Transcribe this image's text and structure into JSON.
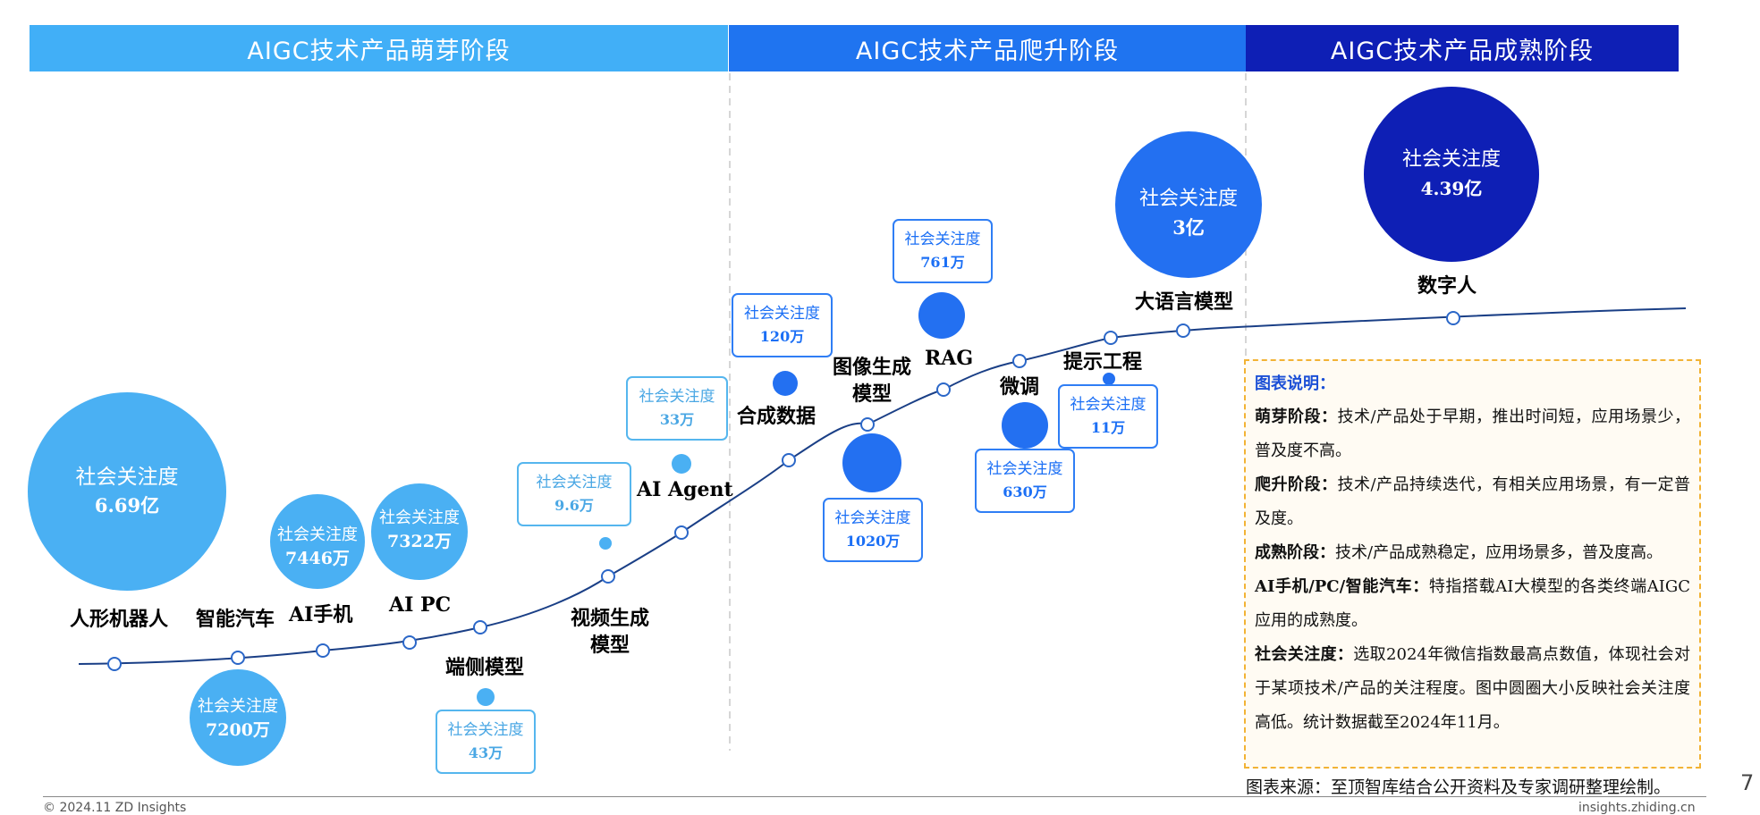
{
  "phases": [
    {
      "label": "AIGC技术产品萌芽阶段",
      "color": "#41aff7"
    },
    {
      "label": "AIGC技术产品爬升阶段",
      "color": "#1f74f0"
    },
    {
      "label": "AIGC技术产品成熟阶段",
      "color": "#0e1fb5"
    }
  ],
  "attention_label": "社会关注度",
  "colors": {
    "light": "#4ab0f3",
    "mid": "#2370f1",
    "dark": "#0e1fb5",
    "curve": "#1a3f86"
  },
  "technologies": [
    {
      "name": "人形机器人",
      "attention": "6.69亿",
      "phase": "萌芽"
    },
    {
      "name": "智能汽车",
      "attention": "7200万",
      "phase": "萌芽"
    },
    {
      "name": "AI手机",
      "attention": "7446万",
      "phase": "萌芽"
    },
    {
      "name": "AI PC",
      "attention": "7322万",
      "phase": "萌芽"
    },
    {
      "name": "端侧模型",
      "attention": "43万",
      "phase": "萌芽"
    },
    {
      "name": "视频生成模型",
      "attention": "9.6万",
      "phase": "萌芽"
    },
    {
      "name": "AI Agent",
      "attention": "33万",
      "phase": "萌芽"
    },
    {
      "name": "合成数据",
      "attention": "120万",
      "phase": "爬升"
    },
    {
      "name": "图像生成模型",
      "attention": "1020万",
      "phase": "爬升"
    },
    {
      "name": "RAG",
      "attention": "761万",
      "phase": "爬升"
    },
    {
      "name": "微调",
      "attention": "630万",
      "phase": "爬升"
    },
    {
      "name": "提示工程",
      "attention": "11万",
      "phase": "爬升"
    },
    {
      "name": "大语言模型",
      "attention": "3亿",
      "phase": "爬升"
    },
    {
      "name": "数字人",
      "attention": "4.39亿",
      "phase": "成熟"
    }
  ],
  "labels": {
    "t0": "人形机器人",
    "t1": "智能汽车",
    "t2": "AI手机",
    "t3": "AI PC",
    "t4": "端侧模型",
    "t5a": "视频生成",
    "t5b": "模型",
    "t6": "AI Agent",
    "t7": "合成数据",
    "t8a": "图像生成",
    "t8b": "模型",
    "t9": "RAG",
    "t10": "微调",
    "t11": "提示工程",
    "t12": "大语言模型",
    "t13": "数字人"
  },
  "legend": {
    "title": "图表说明：",
    "items": [
      {
        "term": "萌芽阶段：",
        "text": "技术/产品处于早期，推出时间短，应用场景少，普及度不高。"
      },
      {
        "term": "爬升阶段：",
        "text": "技术/产品持续迭代，有相关应用场景，有一定普及度。"
      },
      {
        "term": "成熟阶段：",
        "text": "技术/产品成熟稳定，应用场景多，普及度高。"
      },
      {
        "term": "AI手机/PC/智能汽车：",
        "text": "特指搭载AI大模型的各类终端AIGC应用的成熟度。"
      },
      {
        "term": "社会关注度：",
        "text": "选取2024年微信指数最高点数值，体现社会对于某项技术/产品的关注程度。图中圆圈大小反映社会关注度高低。统计数据截至2024年11月。"
      }
    ]
  },
  "footer": {
    "source": "图表来源：至顶智库结合公开资料及专家调研整理绘制。",
    "page": "7",
    "copyright": "© 2024.11 ZD Insights",
    "website": "insights.zhiding.cn"
  }
}
